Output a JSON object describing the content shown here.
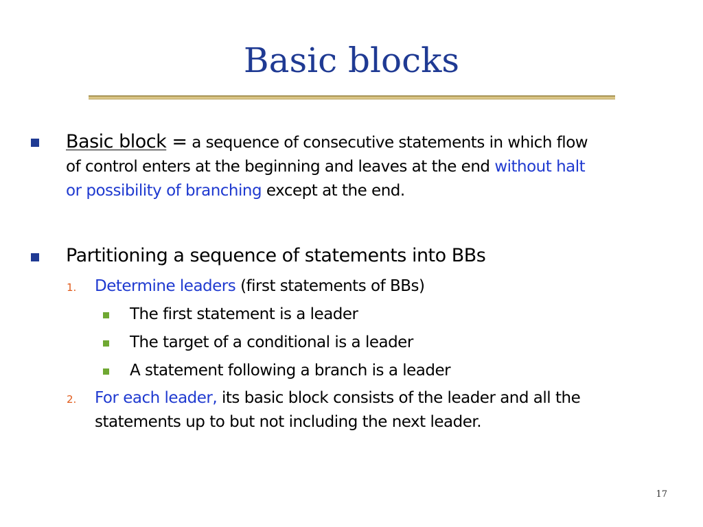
{
  "slide": {
    "title": "Basic blocks",
    "page_number": "17",
    "colors": {
      "title": "#1f3a93",
      "highlight_text": "#1f3ad0",
      "primary_bullet": "#1f3a93",
      "sub_bullet": "#6fa832",
      "number": "#e05a1a",
      "rule": "#c9b06b"
    },
    "bullets": [
      {
        "term": "Basic block",
        "equals": "=",
        "definition_line1": "a sequence of consecutive statements in which flow",
        "definition_line2_plain": "of control enters at the beginning and leaves at the end",
        "definition_line2_highlight": "without halt",
        "definition_line3_highlight": "or possibility of branching",
        "definition_line3_plain": "except at the end."
      },
      {
        "text": "Partitioning a sequence of statements into BBs",
        "steps": [
          {
            "number": "1.",
            "highlight": "Determine leaders",
            "plain": "(first statements of BBs)",
            "sub_items": [
              "The first statement is a leader",
              "The target of a conditional is a leader",
              "A statement following a branch is a leader"
            ]
          },
          {
            "number": "2.",
            "highlight": "For each leader,",
            "plain_line1": "its basic block consists of the leader and all the",
            "plain_line2": "statements up to but not including the next leader."
          }
        ]
      }
    ]
  }
}
